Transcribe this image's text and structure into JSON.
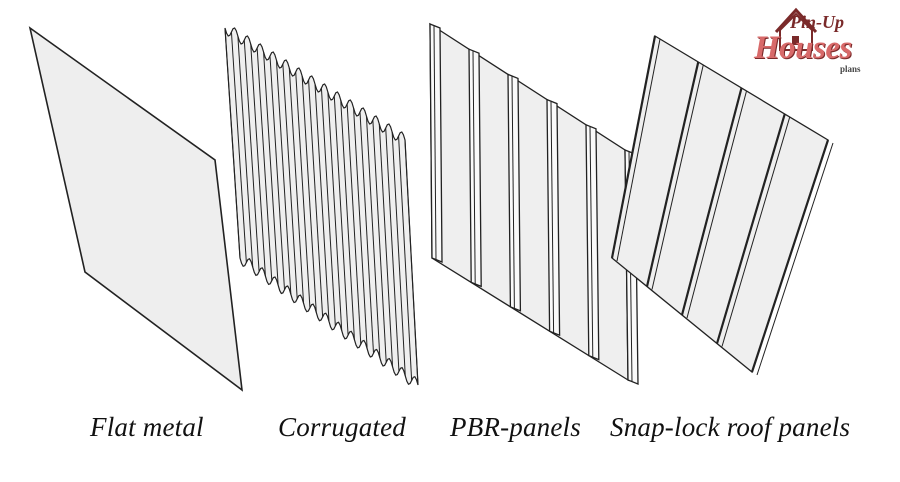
{
  "captions": {
    "flat": "Flat metal",
    "corrugated": "Corrugated",
    "pbr": "PBR-panels",
    "snaplock": "Snap-lock roof panels"
  },
  "logo": {
    "line1": "Pin-Up",
    "line2": "Houses",
    "line3": "plans"
  },
  "colors": {
    "panel_fill": "#efefef",
    "panel_stroke": "#222222",
    "logo_dark": "#7a2a2a",
    "logo_light": "#d86a6a"
  }
}
